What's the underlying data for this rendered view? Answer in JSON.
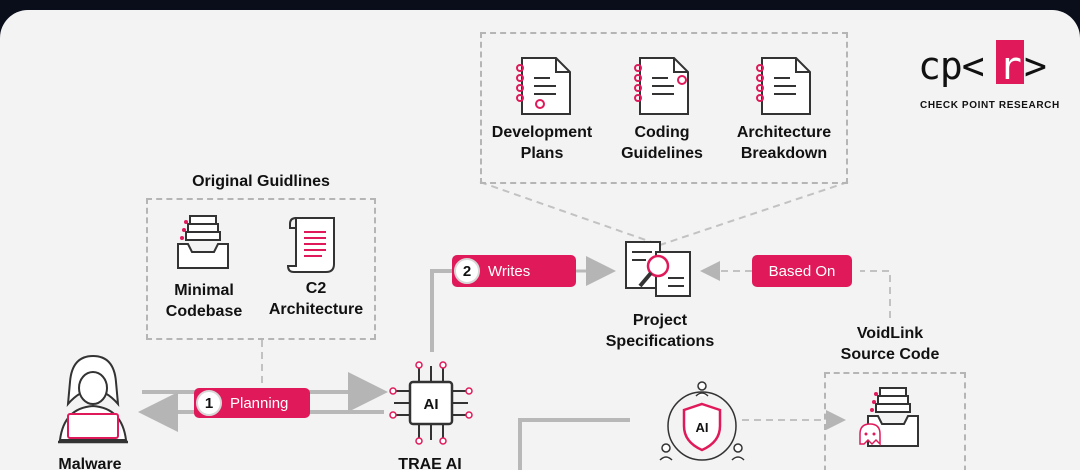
{
  "brand": {
    "logo_text": "cp<r>",
    "tagline": "CHECK POINT RESEARCH",
    "accent": "#e01a5a"
  },
  "nodes": {
    "dev_plans": "Development\nPlans",
    "coding_guidelines": "Coding\nGuidelines",
    "arch_breakdown": "Architecture\nBreakdown",
    "original_guidelines": "Original Guidlines",
    "minimal_codebase": "Minimal\nCodebase",
    "c2_arch": "C2\nArchitecture",
    "project_specs": "Project\nSpecifications",
    "voidlink": "VoidLink\nSource Code",
    "malware_dev": "Malware",
    "trae_ai": "TRAE AI"
  },
  "steps": {
    "writes": {
      "num": "2",
      "label": "Writes"
    },
    "planning": {
      "num": "1",
      "label": "Planning"
    },
    "based_on": {
      "label": "Based On"
    }
  },
  "icons": {
    "ai_chip": "AI",
    "ai_shield": "AI"
  }
}
